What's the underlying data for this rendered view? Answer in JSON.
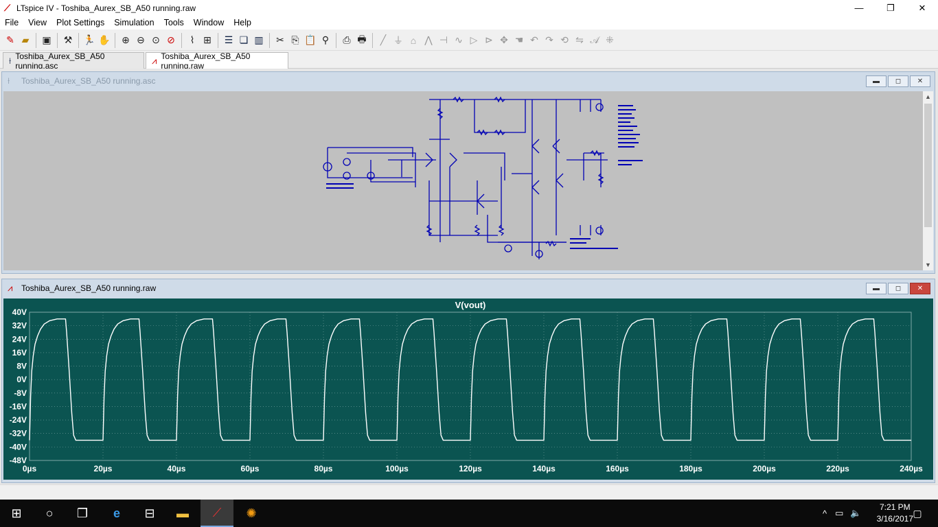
{
  "window": {
    "title": "LTspice IV - Toshiba_Aurex_SB_A50 running.raw",
    "minimize": "—",
    "maximize": "❐",
    "close": "✕"
  },
  "menu": [
    "File",
    "View",
    "Plot Settings",
    "Simulation",
    "Tools",
    "Window",
    "Help"
  ],
  "toolbar_icons": [
    "new-schematic-icon",
    "open-icon",
    "save-icon",
    "control-panel-icon",
    "run-icon",
    "halt-icon",
    "zoom-in-icon",
    "zoom-out-icon",
    "zoom-fit-icon",
    "zoom-cancel-icon",
    "autorange-icon",
    "grid-icon",
    "tile-horizontal-icon",
    "cascade-icon",
    "tile-vertical-icon",
    "cut-icon",
    "copy-icon",
    "paste-icon",
    "find-icon",
    "print-setup-icon",
    "print-icon",
    "wire-icon",
    "ground-icon",
    "label-icon",
    "resistor-icon",
    "capacitor-icon",
    "inductor-icon",
    "diode-icon",
    "component-icon",
    "move-icon",
    "drag-icon",
    "undo-icon",
    "redo-icon",
    "rotate-icon",
    "mirror-icon",
    "text-icon",
    "spice-directive-icon"
  ],
  "tabs": [
    {
      "label": "Toshiba_Aurex_SB_A50 running.asc",
      "icon": "schematic-icon"
    },
    {
      "label": "Toshiba_Aurex_SB_A50 running.raw",
      "icon": "waveform-icon"
    }
  ],
  "schematic_window": {
    "title": "Toshiba_Aurex_SB_A50 running.asc",
    "minimize": "▬",
    "maximize": "◻",
    "close": "✕"
  },
  "plot_window": {
    "title": "Toshiba_Aurex_SB_A50 running.raw",
    "minimize": "▬",
    "maximize": "◻",
    "close": "✕"
  },
  "chart_data": {
    "type": "line",
    "title": "V(vout)",
    "xlabel": "",
    "ylabel": "",
    "x_ticks": [
      "0µs",
      "20µs",
      "40µs",
      "60µs",
      "80µs",
      "100µs",
      "120µs",
      "140µs",
      "160µs",
      "180µs",
      "200µs",
      "220µs",
      "240µs"
    ],
    "y_ticks": [
      "40V",
      "32V",
      "24V",
      "16V",
      "8V",
      "0V",
      "-8V",
      "-16V",
      "-24V",
      "-32V",
      "-40V",
      "-48V"
    ],
    "xlim": [
      0,
      240
    ],
    "ylim": [
      -48,
      40
    ],
    "grid": true,
    "series": [
      {
        "name": "V(vout)",
        "color": "#ffffff",
        "x": [
          0,
          0.3,
          0.6,
          1.0,
          1.5,
          2.2,
          3.0,
          4.0,
          5.5,
          7.5,
          9.8,
          10.1,
          10.8,
          11.5,
          12.0,
          12.6,
          20.0,
          20.3,
          20.6,
          21.0,
          21.5,
          22.2,
          23.0,
          24.0,
          25.5,
          27.5,
          29.8,
          30.1,
          30.8,
          31.5,
          32.0,
          32.6,
          40.0,
          40.3,
          40.6,
          41.0,
          41.5,
          42.2,
          43.0,
          44.0,
          45.5,
          47.5,
          49.8,
          50.1,
          50.8,
          51.5,
          52.0,
          52.6,
          60.0,
          60.3,
          60.6,
          61.0,
          61.5,
          62.2,
          63.0,
          64.0,
          65.5,
          67.5,
          69.8,
          70.1,
          70.8,
          71.5,
          72.0,
          72.6,
          80.0,
          80.3,
          80.6,
          81.0,
          81.5,
          82.2,
          83.0,
          84.0,
          85.5,
          87.5,
          89.8,
          90.1,
          90.8,
          91.5,
          92.0,
          92.6,
          100.0,
          100.3,
          100.6,
          101.0,
          101.5,
          102.2,
          103.0,
          104.0,
          105.5,
          107.5,
          109.8,
          110.1,
          110.8,
          111.5,
          112.0,
          112.6,
          120.0,
          120.3,
          120.6,
          121.0,
          121.5,
          122.2,
          123.0,
          124.0,
          125.5,
          127.5,
          129.8,
          130.1,
          130.8,
          131.5,
          132.0,
          132.6,
          140.0,
          140.3,
          140.6,
          141.0,
          141.5,
          142.2,
          143.0,
          144.0,
          145.5,
          147.5,
          149.8,
          150.1,
          150.8,
          151.5,
          152.0,
          152.6,
          160.0,
          160.3,
          160.6,
          161.0,
          161.5,
          162.2,
          163.0,
          164.0,
          165.5,
          167.5,
          169.8,
          170.1,
          170.8,
          171.5,
          172.0,
          172.6,
          180.0,
          180.3,
          180.6,
          181.0,
          181.5,
          182.2,
          183.0,
          184.0,
          185.5,
          187.5,
          189.8,
          190.1,
          190.8,
          191.5,
          192.0,
          192.6,
          200.0,
          200.3,
          200.6,
          201.0,
          201.5,
          202.2,
          203.0,
          204.0,
          205.5,
          207.5,
          209.8,
          210.1,
          210.8,
          211.5,
          212.0,
          212.6,
          220.0,
          220.3,
          220.6,
          221.0,
          221.5,
          222.2,
          223.0,
          224.0,
          225.5,
          227.5,
          229.8,
          230.1,
          230.8,
          231.5,
          232.0,
          232.6,
          240.0
        ],
        "y": [
          -36,
          -10,
          5,
          14,
          21,
          26,
          30,
          33,
          35,
          36,
          36,
          28,
          5,
          -20,
          -33,
          -36,
          -36,
          -10,
          5,
          14,
          21,
          26,
          30,
          33,
          35,
          36,
          36,
          28,
          5,
          -20,
          -33,
          -36,
          -36,
          -10,
          5,
          14,
          21,
          26,
          30,
          33,
          35,
          36,
          36,
          28,
          5,
          -20,
          -33,
          -36,
          -36,
          -10,
          5,
          14,
          21,
          26,
          30,
          33,
          35,
          36,
          36,
          28,
          5,
          -20,
          -33,
          -36,
          -36,
          -10,
          5,
          14,
          21,
          26,
          30,
          33,
          35,
          36,
          36,
          28,
          5,
          -20,
          -33,
          -36,
          -36,
          -10,
          5,
          14,
          21,
          26,
          30,
          33,
          35,
          36,
          36,
          28,
          5,
          -20,
          -33,
          -36,
          -36,
          -10,
          5,
          14,
          21,
          26,
          30,
          33,
          35,
          36,
          36,
          28,
          5,
          -20,
          -33,
          -36,
          -36,
          -10,
          5,
          14,
          21,
          26,
          30,
          33,
          35,
          36,
          36,
          28,
          5,
          -20,
          -33,
          -36,
          -36,
          -10,
          5,
          14,
          21,
          26,
          30,
          33,
          35,
          36,
          36,
          28,
          5,
          -20,
          -33,
          -36,
          -36,
          -10,
          5,
          14,
          21,
          26,
          30,
          33,
          35,
          36,
          36,
          28,
          5,
          -20,
          -33,
          -36,
          -36,
          -10,
          5,
          14,
          21,
          26,
          30,
          33,
          35,
          36,
          36,
          28,
          5,
          -20,
          -33,
          -36,
          -36,
          -10,
          5,
          14,
          21,
          26,
          30,
          33,
          35,
          36,
          36,
          28,
          5,
          -20,
          -33,
          -36,
          -36
        ]
      }
    ],
    "colors": {
      "background": "#0b5451",
      "grid": "#7fa8a6",
      "trace": "#ffffff",
      "labels": "#ffffff"
    }
  },
  "taskbar": {
    "items": [
      "start-icon",
      "cortana-icon",
      "task-view-icon",
      "edge-icon",
      "store-icon",
      "file-explorer-icon",
      "ltspice-icon",
      "xnview-icon"
    ],
    "time": "7:21 PM",
    "date": "3/16/2017"
  }
}
